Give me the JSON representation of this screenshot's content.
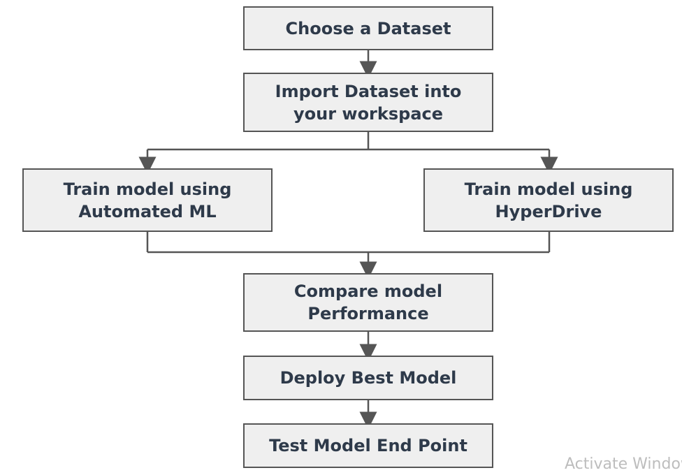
{
  "nodes": {
    "choose_dataset": "Choose a Dataset",
    "import_dataset": "Import Dataset into your workspace",
    "train_automl": "Train model using Automated ML",
    "train_hyperdrive": "Train model using HyperDrive",
    "compare_performance": "Compare model Performance",
    "deploy_best": "Deploy Best Model",
    "test_endpoint": "Test Model End Point"
  },
  "watermark": "Activate Windows",
  "colors": {
    "box_fill": "#efefef",
    "box_border": "#555555",
    "text": "#2e3a4a",
    "connector": "#555555",
    "watermark": "#bdbdbd"
  }
}
